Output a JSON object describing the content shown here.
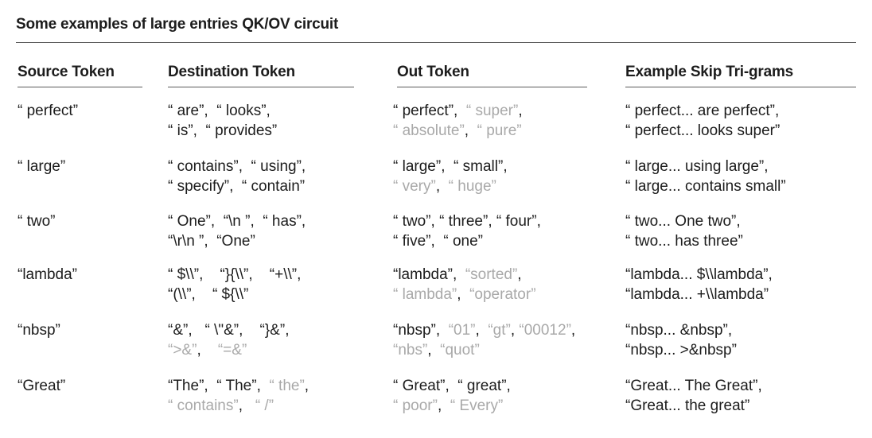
{
  "title": "Some examples of large entries QK/OV circuit",
  "headers": [
    "Source Token",
    "Destination Token",
    "Out Token",
    "Example Skip Tri-grams"
  ],
  "rows": [
    {
      "source": "“ perfect”",
      "destination": [
        [
          {
            "text": "“ are”",
            "gray": false,
            "sep": ",  "
          },
          {
            "text": "“ looks”",
            "gray": false,
            "sep": ","
          }
        ],
        [
          {
            "text": "“ is”",
            "gray": false,
            "sep": ",  "
          },
          {
            "text": "“ provides”",
            "gray": false,
            "sep": ""
          }
        ]
      ],
      "out": [
        [
          {
            "text": "“ perfect”",
            "gray": false,
            "sep": ",  "
          },
          {
            "text": "“ super”",
            "gray": true,
            "sep": ","
          }
        ],
        [
          {
            "text": "“ absolute”",
            "gray": true,
            "sep": ",  "
          },
          {
            "text": "“ pure”",
            "gray": true,
            "sep": ""
          }
        ]
      ],
      "trigrams": [
        "“ perfect... are perfect”,",
        "“ perfect... looks super”"
      ]
    },
    {
      "source": "“ large”",
      "destination": [
        [
          {
            "text": "“ contains”",
            "gray": false,
            "sep": ",  "
          },
          {
            "text": "“ using”",
            "gray": false,
            "sep": ","
          }
        ],
        [
          {
            "text": "“ specify”",
            "gray": false,
            "sep": ",  "
          },
          {
            "text": "“ contain”",
            "gray": false,
            "sep": ""
          }
        ]
      ],
      "out": [
        [
          {
            "text": "“ large”",
            "gray": false,
            "sep": ",  "
          },
          {
            "text": "“ small”",
            "gray": false,
            "sep": ","
          }
        ],
        [
          {
            "text": "“ very”",
            "gray": true,
            "sep": ",  "
          },
          {
            "text": "“ huge”",
            "gray": true,
            "sep": ""
          }
        ]
      ],
      "trigrams": [
        "“ large... using large”,",
        "“ large... contains small”"
      ]
    },
    {
      "source": "“ two”",
      "destination": [
        [
          {
            "text": "“ One”",
            "gray": false,
            "sep": ",  "
          },
          {
            "text": "“\\n  ”",
            "gray": false,
            "sep": ",  "
          },
          {
            "text": "“ has”",
            "gray": false,
            "sep": ","
          }
        ],
        [
          {
            "text": "“\\r\\n  ”",
            "gray": false,
            "sep": ",  "
          },
          {
            "text": "“One”",
            "gray": false,
            "sep": ""
          }
        ]
      ],
      "out": [
        [
          {
            "text": "“ two”",
            "gray": false,
            "sep": ", "
          },
          {
            "text": "“ three”",
            "gray": false,
            "sep": ", "
          },
          {
            "text": "“ four”",
            "gray": false,
            "sep": ","
          }
        ],
        [
          {
            "text": " “ five”",
            "gray": false,
            "sep": ",  "
          },
          {
            "text": "“ one”",
            "gray": false,
            "sep": ""
          }
        ]
      ],
      "trigrams": [
        "“ two... One two”,",
        "“ two... has three”"
      ]
    },
    {
      "source": "“lambda”",
      "destination": [
        [
          {
            "text": "“ $\\\\”",
            "gray": false,
            "sep": ",    "
          },
          {
            "text": "“}{\\\\”",
            "gray": false,
            "sep": ",    "
          },
          {
            "text": "“+\\\\”",
            "gray": false,
            "sep": ","
          }
        ],
        [
          {
            "text": "“(\\\\”",
            "gray": false,
            "sep": ",    "
          },
          {
            "text": "“ ${\\\\”",
            "gray": false,
            "sep": ""
          }
        ]
      ],
      "out": [
        [
          {
            "text": "“lambda”",
            "gray": false,
            "sep": ",  "
          },
          {
            "text": "“sorted”",
            "gray": true,
            "sep": ","
          }
        ],
        [
          {
            "text": "“ lambda”",
            "gray": true,
            "sep": ",  "
          },
          {
            "text": "“operator”",
            "gray": true,
            "sep": ""
          }
        ]
      ],
      "trigrams": [
        "“lambda... $\\\\lambda”,",
        "“lambda... +\\\\lambda”"
      ]
    },
    {
      "source": "“nbsp”",
      "destination": [
        [
          {
            "text": "“&”",
            "gray": false,
            "sep": ",   "
          },
          {
            "text": "“ \\\"&”",
            "gray": false,
            "sep": ",    "
          },
          {
            "text": "“}&”",
            "gray": false,
            "sep": ","
          }
        ],
        [
          {
            "text": "“>&”",
            "gray": true,
            "sep": ",    "
          },
          {
            "text": "“=&”",
            "gray": true,
            "sep": ""
          }
        ]
      ],
      "out": [
        [
          {
            "text": "“nbsp”",
            "gray": false,
            "sep": ",  "
          },
          {
            "text": "“01”",
            "gray": true,
            "sep": ",  "
          },
          {
            "text": "“gt”",
            "gray": true,
            "sep": ", "
          },
          {
            "text": "“00012”",
            "gray": true,
            "sep": ","
          }
        ],
        [
          {
            "text": "“nbs”",
            "gray": true,
            "sep": ",  "
          },
          {
            "text": "“quot”",
            "gray": true,
            "sep": ""
          }
        ]
      ],
      "trigrams": [
        "“nbsp... &nbsp”,",
        "“nbsp... >&nbsp”"
      ]
    },
    {
      "source": "“Great”",
      "destination": [
        [
          {
            "text": "“The”",
            "gray": false,
            "sep": ",  "
          },
          {
            "text": "“ The”",
            "gray": false,
            "sep": ",  "
          },
          {
            "text": "“ the”",
            "gray": true,
            "sep": ","
          }
        ],
        [
          {
            "text": "“ contains”",
            "gray": true,
            "sep": ",   "
          },
          {
            "text": "“ /”",
            "gray": true,
            "sep": ""
          }
        ]
      ],
      "out": [
        [
          {
            "text": "“ Great”",
            "gray": false,
            "sep": ",  "
          },
          {
            "text": "“ great”",
            "gray": false,
            "sep": ","
          }
        ],
        [
          {
            "text": "“ poor”",
            "gray": true,
            "sep": ",  "
          },
          {
            "text": "“ Every”",
            "gray": true,
            "sep": ""
          }
        ]
      ],
      "trigrams": [
        "“Great... The Great”,",
        "“Great... the great”"
      ]
    }
  ],
  "colors": {
    "text": "#1c1c1c",
    "muted": "#a9a9a9",
    "rule": "#5a5a5a"
  }
}
